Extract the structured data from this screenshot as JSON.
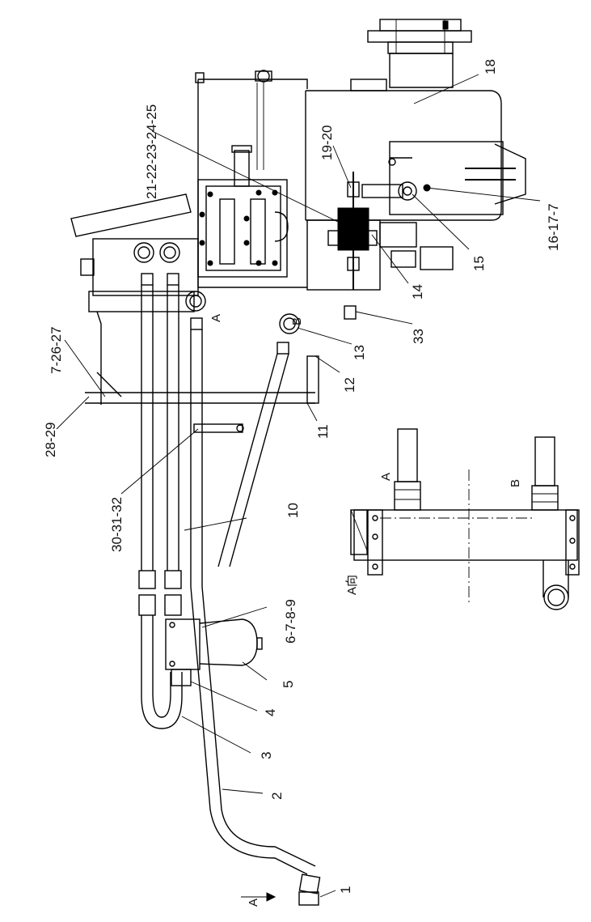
{
  "drawing": {
    "callouts": [
      {
        "id": "c1",
        "text": "1"
      },
      {
        "id": "c2",
        "text": "2"
      },
      {
        "id": "c3",
        "text": "3"
      },
      {
        "id": "c4",
        "text": "4"
      },
      {
        "id": "c5",
        "text": "5"
      },
      {
        "id": "c6",
        "text": "6-7-8-9"
      },
      {
        "id": "c10",
        "text": "10"
      },
      {
        "id": "c11",
        "text": "11"
      },
      {
        "id": "c12",
        "text": "12"
      },
      {
        "id": "c13",
        "text": "13"
      },
      {
        "id": "c14",
        "text": "14"
      },
      {
        "id": "c15",
        "text": "15"
      },
      {
        "id": "c16",
        "text": "16-17-7"
      },
      {
        "id": "c18",
        "text": "18"
      },
      {
        "id": "c19",
        "text": "19-20"
      },
      {
        "id": "c21",
        "text": "21-22-23-24-25"
      },
      {
        "id": "c28",
        "text": "28-29"
      },
      {
        "id": "c7b",
        "text": "7-26-27"
      },
      {
        "id": "c30",
        "text": "30-31-32"
      },
      {
        "id": "c33",
        "text": "33"
      }
    ],
    "port_labels": {
      "a_main": "A",
      "b_main": "B",
      "a_detail": "A",
      "b_detail": "B",
      "view_arrow": "A",
      "view_title": "A向"
    }
  }
}
